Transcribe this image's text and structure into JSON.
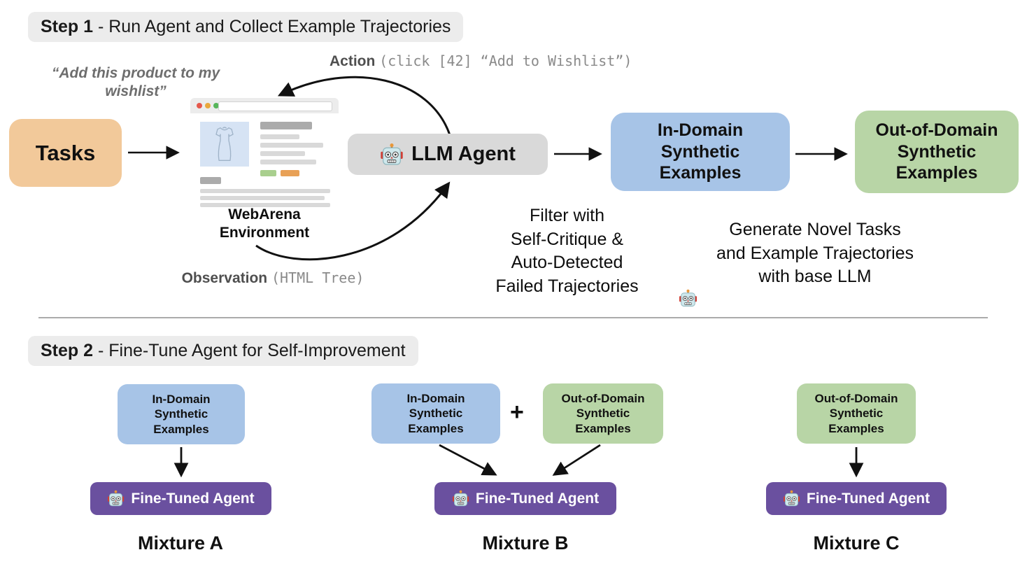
{
  "step1": {
    "header": {
      "bold": "Step 1",
      "rest": " - Run Agent and Collect Example Trajectories"
    },
    "task_quote": "“Add this product to my wishlist”",
    "action": {
      "label": "Action",
      "code": "(click [42] “Add to Wishlist”)"
    },
    "observation": {
      "label": "Observation",
      "code": "(HTML Tree)"
    },
    "tasks_box": "Tasks",
    "environment": {
      "line1": "WebArena",
      "line2": "Environment"
    },
    "llm_agent": "LLM Agent",
    "in_domain_box": "In-Domain Synthetic Examples",
    "out_domain_box": "Out-of-Domain Synthetic Examples",
    "filter_lines": [
      "Filter with",
      "Self-Critique &",
      "Auto-Detected",
      "Failed Trajectories"
    ],
    "generate_lines": [
      "Generate Novel Tasks",
      "and Example Trajectories",
      "with base LLM"
    ]
  },
  "step2": {
    "header": {
      "bold": "Step 2",
      "rest": " - Fine-Tune Agent for Self-Improvement"
    },
    "plus": "+",
    "mixtures": [
      {
        "name": "Mixture A",
        "agent": "Fine-Tuned Agent",
        "inputs": [
          "In-Domain Synthetic Examples"
        ]
      },
      {
        "name": "Mixture B",
        "agent": "Fine-Tuned Agent",
        "inputs": [
          "In-Domain Synthetic Examples",
          "Out-of-Domain Synthetic Examples"
        ]
      },
      {
        "name": "Mixture C",
        "agent": "Fine-Tuned Agent",
        "inputs": [
          "Out-of-Domain Synthetic Examples"
        ]
      }
    ]
  },
  "icons": [
    "robot-icon",
    "dress-icon",
    "browser-traffic-lights"
  ],
  "colors": {
    "tasks_box": "#F2C99A",
    "in_domain": "#A7C4E7",
    "out_domain": "#B8D5A6",
    "llm_agent_box": "#D9D9D9",
    "fine_tuned_agent": "#6A509F",
    "step_header_bg": "#ECECEC",
    "muted_text": "#6E6E6E",
    "code_text": "#8A8A8A",
    "arrow": "#111111"
  }
}
